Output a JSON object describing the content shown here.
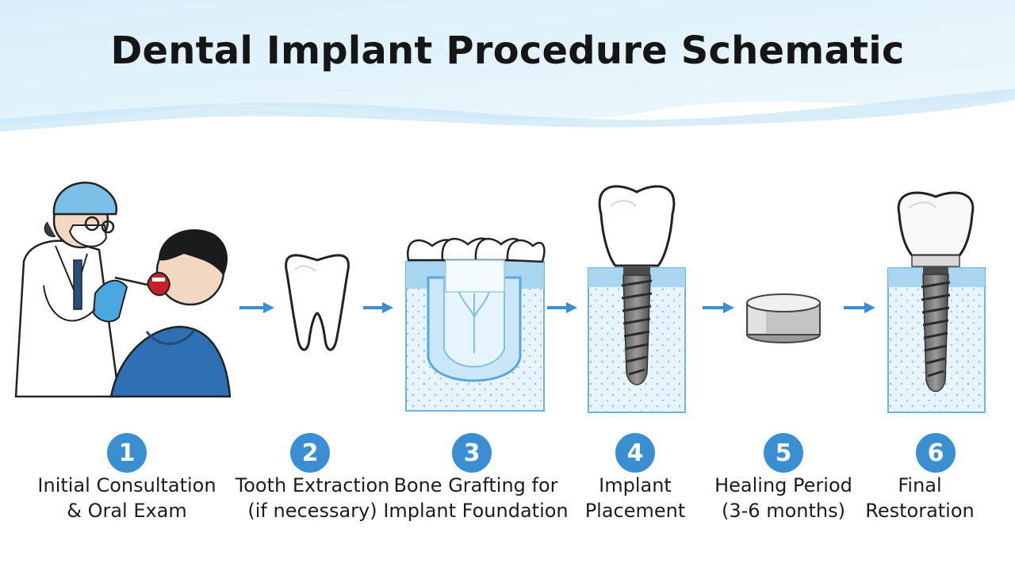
{
  "title": "Dental Implant Procedure Schematic",
  "steps": [
    {
      "number": "1",
      "line1": "Initial Consultation",
      "line2": "& Oral Exam"
    },
    {
      "number": "2",
      "line1": "Tooth Extraction",
      "line2": "(if necessary)"
    },
    {
      "number": "3",
      "line1": "Bone Grafting for",
      "line2": "Implant Foundation"
    },
    {
      "number": "4",
      "line1": "Implant",
      "line2": "Placement"
    },
    {
      "number": "5",
      "line1": "Healing Period",
      "line2": "(3-6 months)"
    },
    {
      "number": "6",
      "line1": "Final",
      "line2": "Restoration"
    }
  ],
  "colors": {
    "accent": "#3a8fd2",
    "header_wave": "#d6ecf8",
    "bone": "#e8f4fb",
    "gum": "#a8d6f0",
    "scrub": "#2f6fb3",
    "metal": "#6e6e6e"
  },
  "icons": [
    "dentist-icon",
    "patient-icon",
    "tooth-icon",
    "bone-graft-icon",
    "implant-screw-icon",
    "healing-cap-icon",
    "crown-restoration-icon",
    "arrow-right-icon"
  ]
}
